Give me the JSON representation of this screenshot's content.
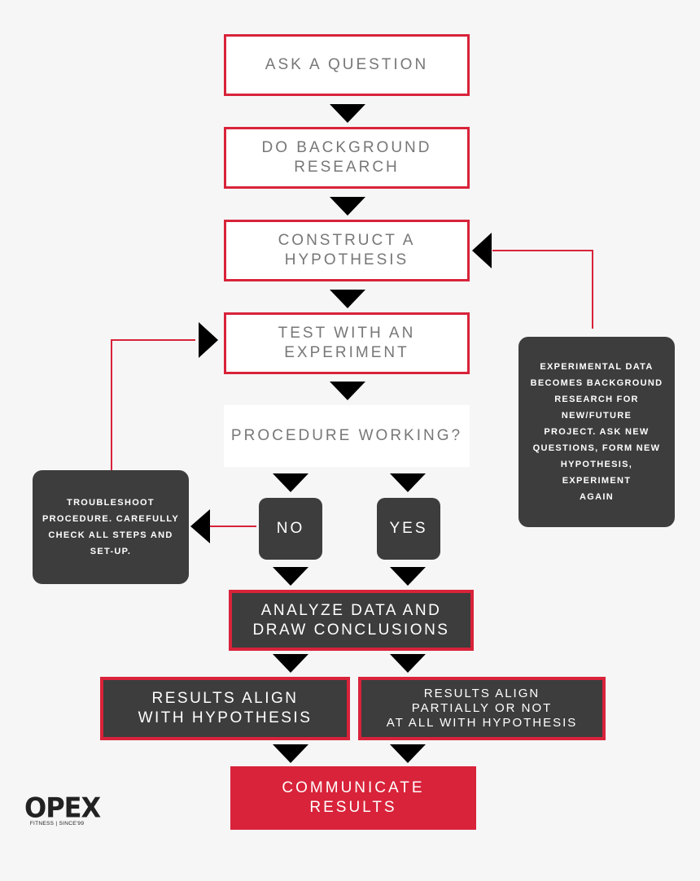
{
  "steps": {
    "ask": "Ask a Question",
    "research": [
      "Do Background",
      "Research"
    ],
    "hypothesis": [
      "Construct a",
      "Hypothesis"
    ],
    "test": [
      "Test with an",
      "Experiment"
    ],
    "procedure": "Procedure Working?",
    "no": "No",
    "yes": "Yes",
    "analyze": [
      "Analyze Data and",
      "Draw Conclusions"
    ],
    "align": [
      "Results Align",
      "with Hypothesis"
    ],
    "partial": [
      "Results Align",
      "Partially or Not",
      "at All with Hypothesis"
    ],
    "communicate": [
      "Communicate",
      "Results"
    ]
  },
  "notes": {
    "troubleshoot": [
      "Troubleshoot",
      "Procedure. Carefully",
      "Check All Steps and",
      "Set-Up."
    ],
    "experimental": [
      "Experimental Data",
      "Becomes Background",
      "Research for",
      "New/Future",
      "Project. Ask New",
      "Questions, Form New",
      "Hypothesis,",
      "Experiment",
      "Again"
    ]
  },
  "logo": {
    "wordmark": "OPEX",
    "tagline": "FITNESS | SINCE'99"
  },
  "colors": {
    "accent": "#d8233a",
    "dark": "#3d3d3d",
    "text_light": "#777777",
    "background": "#f6f6f6"
  }
}
